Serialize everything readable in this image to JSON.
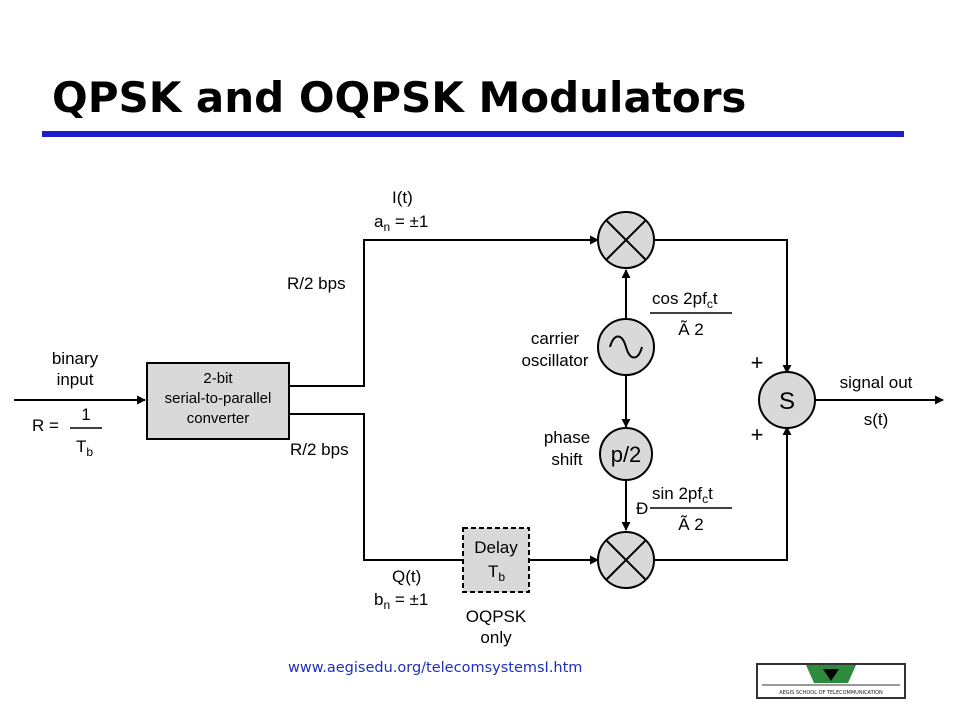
{
  "slide": {
    "title": "QPSK and OQPSK Modulators",
    "footer_url": "www.aegisedu.org/telecomsystemsI.htm",
    "logo_text": "AEGIS SCHOOL OF TELECOMMUNICATION"
  },
  "colors": {
    "title_rule": "#1e1ecc",
    "block_fill": "#d9d9d9",
    "footer_link": "#2030b8",
    "logo_green": "#2e8b3c"
  },
  "diagram": {
    "input_label_line1": "binary",
    "input_label_line2": "input",
    "rate_prefix": "R = ",
    "rate_numerator": "1",
    "rate_denominator": "T",
    "rate_denominator_sub": "b",
    "converter_line1": "2-bit",
    "converter_line2": "serial-to-parallel",
    "converter_line3": "converter",
    "upper_rate": "R/2 bps",
    "lower_rate": "R/2 bps",
    "i_label": "I(t)",
    "a_var": "a",
    "a_sub": "n",
    "a_value": " = ±1",
    "q_label": "Q(t)",
    "b_var": "b",
    "b_sub": "n",
    "b_value": " = ±1",
    "delay_line1": "Delay",
    "delay_var": "T",
    "delay_sub": "b",
    "oqpsk_line1": "OQPSK",
    "oqpsk_line2": "only",
    "carrier_line1": "carrier",
    "carrier_line2": "oscillator",
    "phase_line1": "phase",
    "phase_line2": "shift",
    "phase_block": "p/2",
    "cos_main": "cos 2pf",
    "cos_sub": "c",
    "cos_t": "t",
    "cos_denominator": "Ã 2",
    "sin_prefix": "Ð",
    "sin_main": "sin 2pf",
    "sin_sub": "c",
    "sin_t": "t",
    "sin_denominator": "Ã 2",
    "plus_top": "+",
    "plus_bottom": "+",
    "summer_symbol": "S",
    "output_label": "signal out",
    "output_signal": "s(t)"
  }
}
